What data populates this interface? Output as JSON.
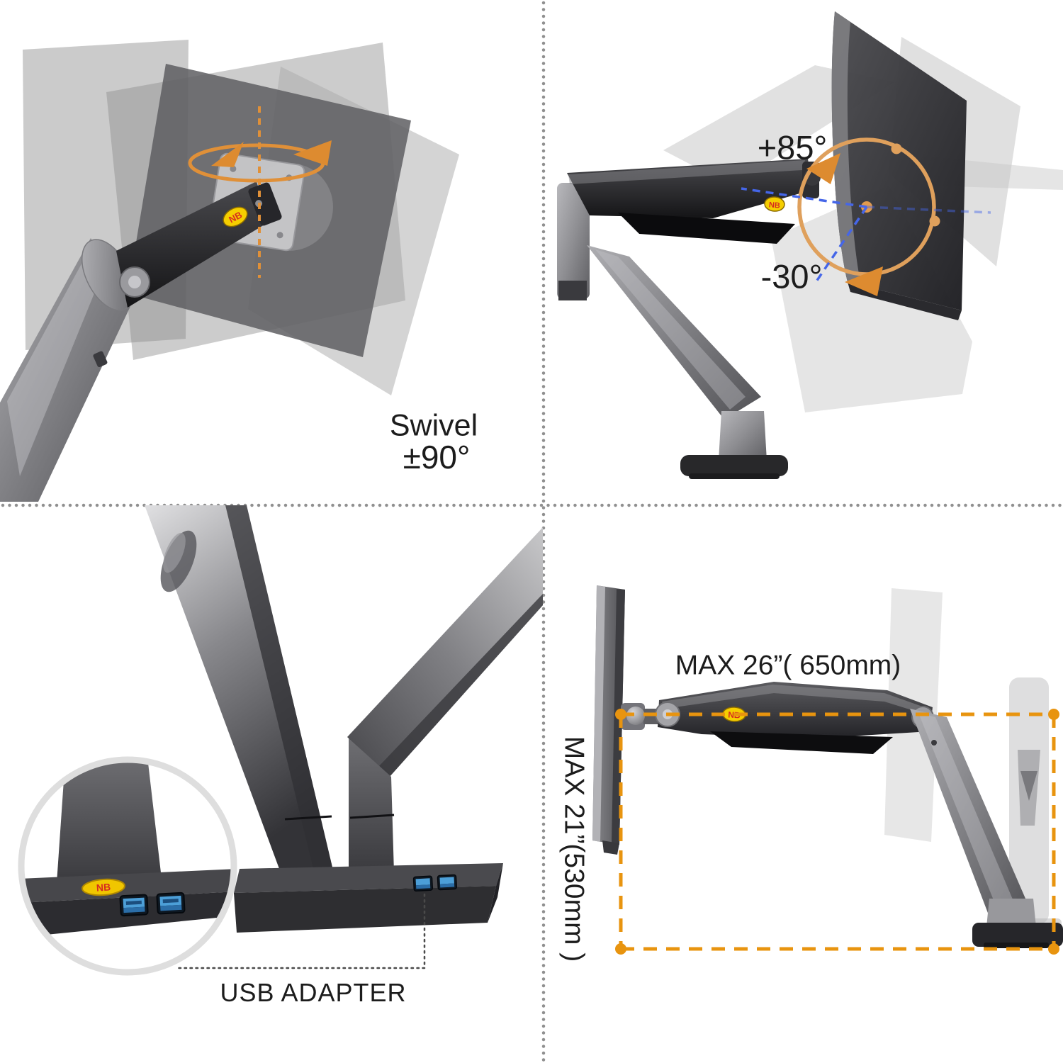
{
  "page": {
    "title": "Monitor arm feature infographic",
    "background": "#FFFFFF"
  },
  "brand": {
    "logo_text": "NB"
  },
  "colors": {
    "dimension_orange": "#E8940F",
    "arc_orange": "#DFA05C",
    "swirl_orange": "#E09038",
    "angle_dash_blue": "#4566E8",
    "usb_port_blue": "#4C9FD8",
    "logo_yellow": "#F5CE00",
    "logo_red": "#D62B1F",
    "divider_gray": "#909090",
    "text_color": "#1C1C1C"
  },
  "quadrants": {
    "swivel": {
      "caption_line1": "Swivel",
      "caption_line2": "±90°"
    },
    "tilt": {
      "up_angle_label": "+85°",
      "down_angle_label": "-30°"
    },
    "usb": {
      "caption": "USB ADAPTER"
    },
    "reach": {
      "max_width_label": "MAX 26”( 650mm)",
      "max_height_label": "MAX 21”(530mm )"
    }
  }
}
